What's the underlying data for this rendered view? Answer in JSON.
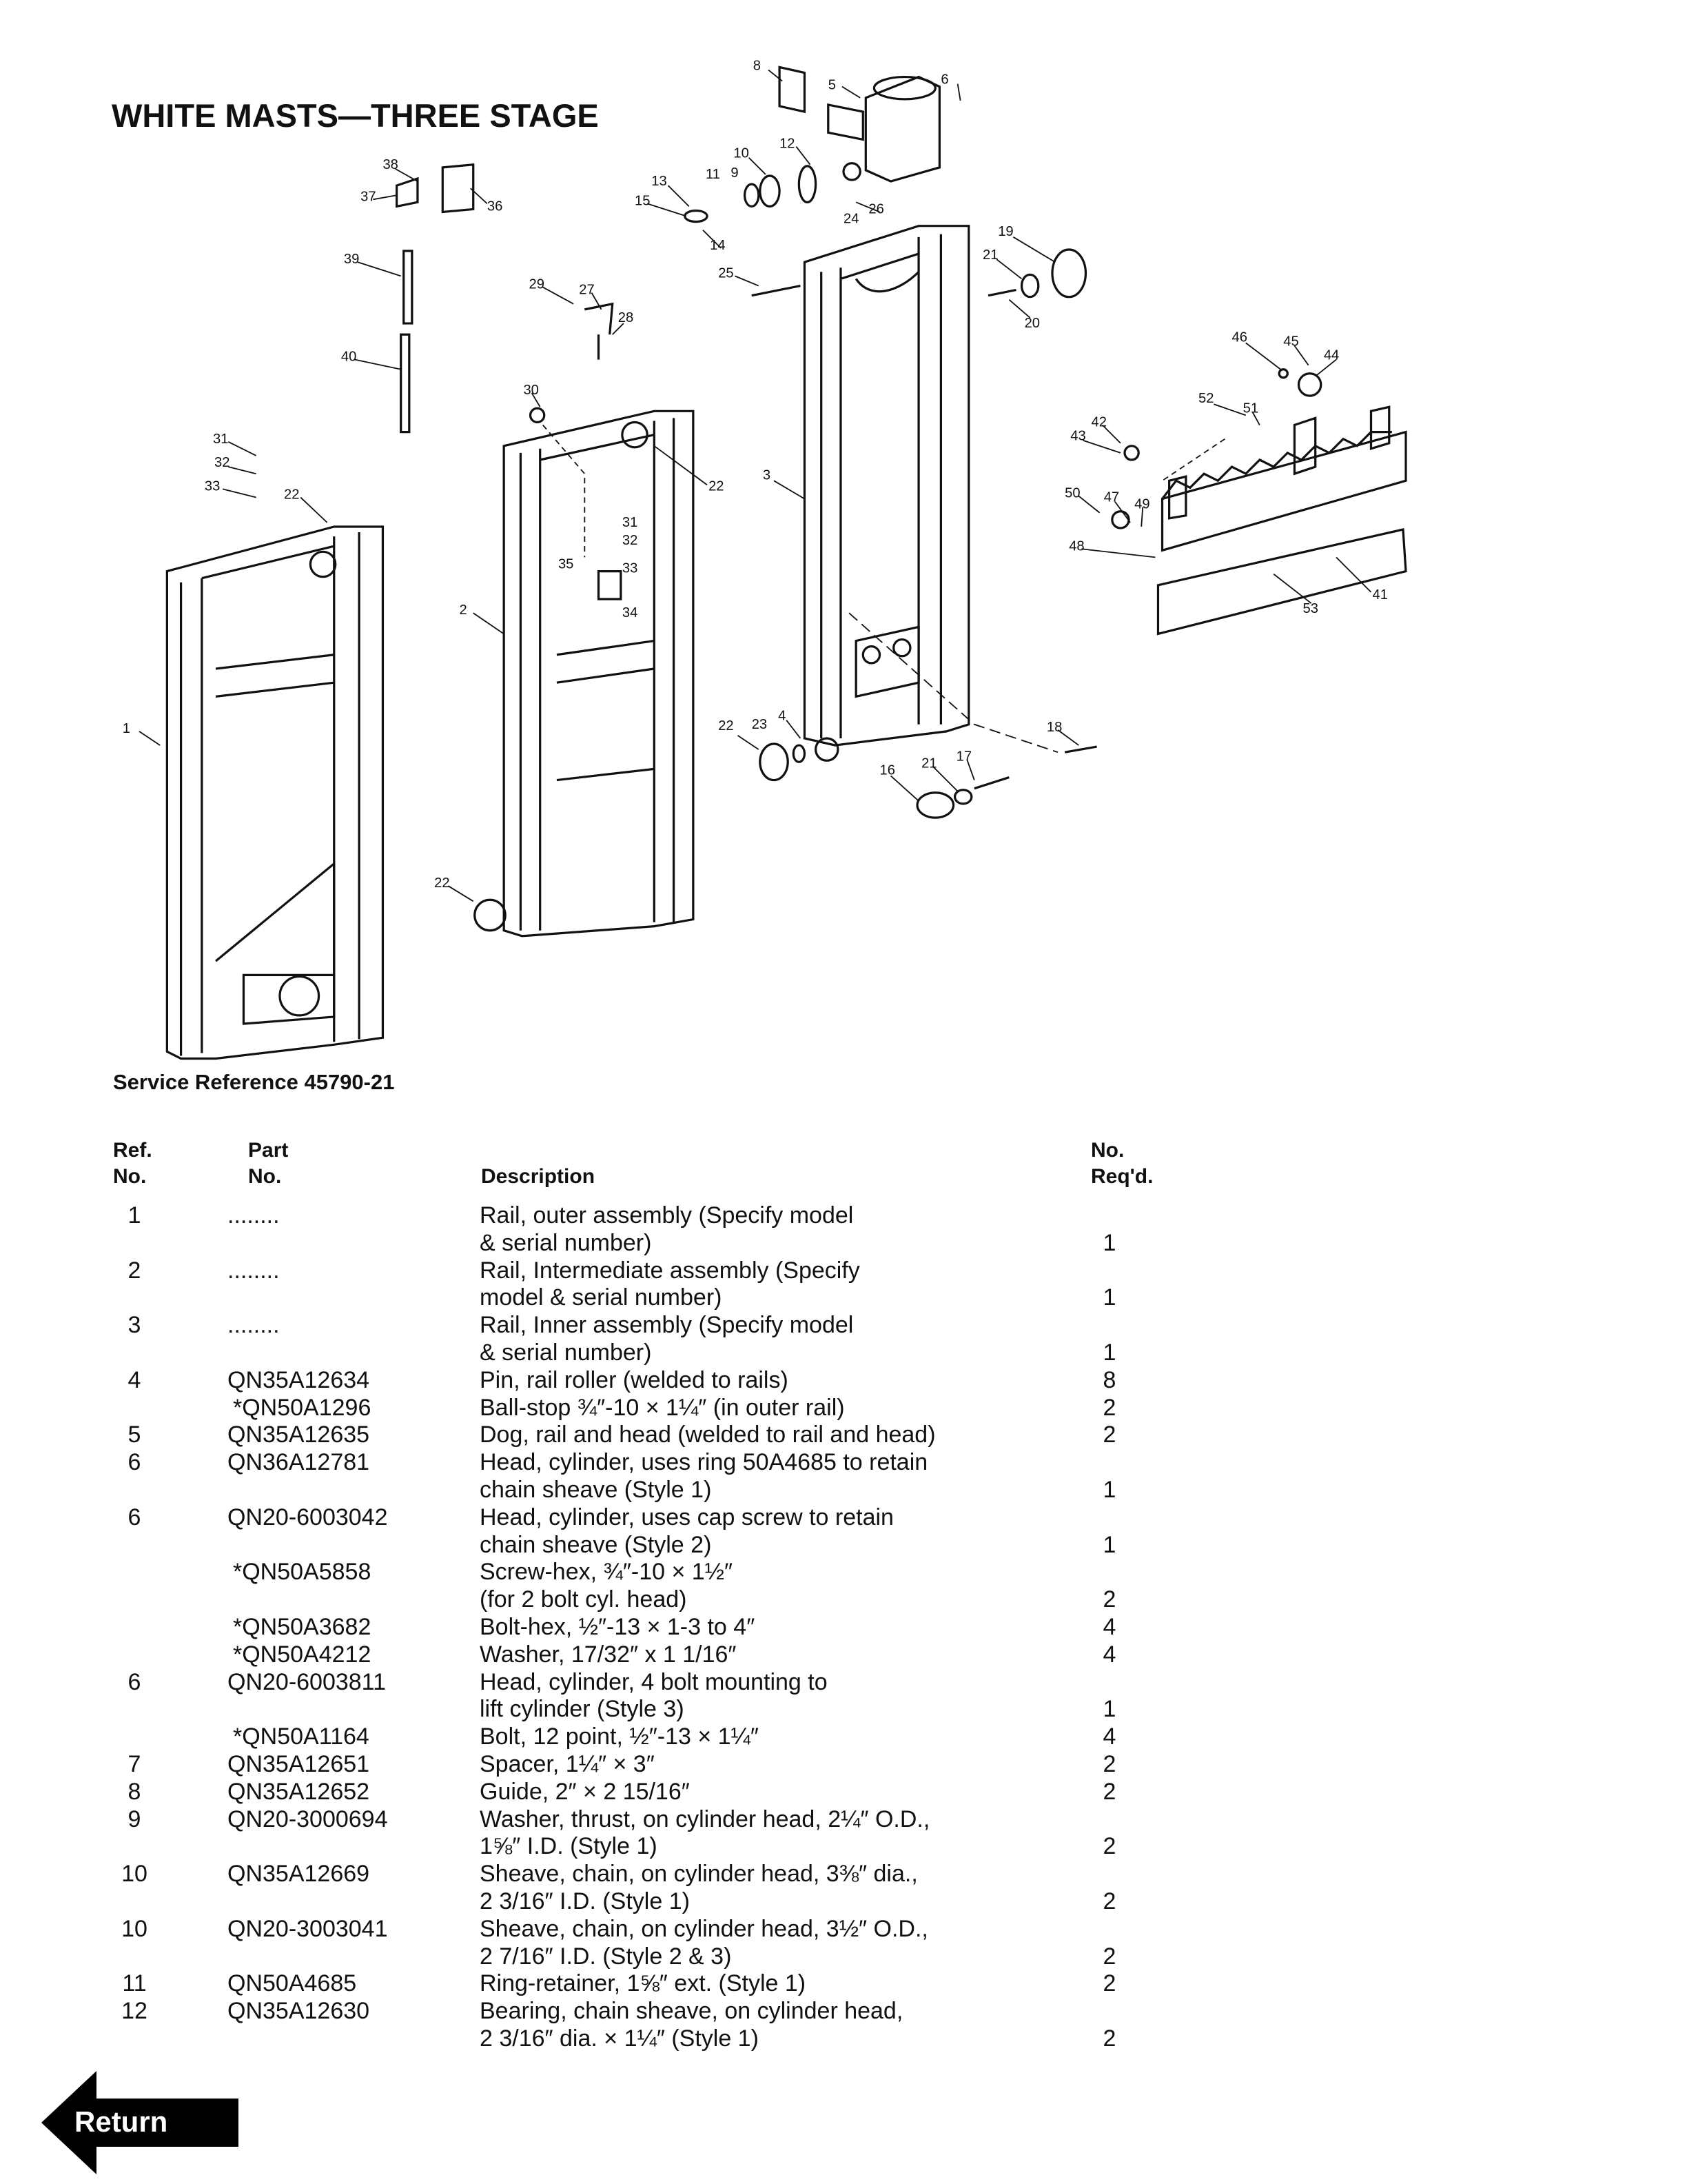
{
  "title": "WHITE MASTS—THREE STAGE",
  "service_reference": "Service Reference 45790-21",
  "diagram": {
    "callouts": [
      "8",
      "5",
      "6",
      "12",
      "10",
      "13",
      "11",
      "9",
      "15",
      "14",
      "26",
      "24",
      "19",
      "21",
      "25",
      "20",
      "38",
      "37",
      "36",
      "39",
      "40",
      "29",
      "27",
      "28",
      "30",
      "31",
      "32",
      "33",
      "22",
      "22",
      "3",
      "2",
      "31",
      "32",
      "33",
      "35",
      "34",
      "1",
      "22",
      "22",
      "23",
      "4",
      "16",
      "21",
      "17",
      "18",
      "46",
      "45",
      "44",
      "52",
      "51",
      "42",
      "43",
      "50",
      "47",
      "49",
      "48",
      "53",
      "41"
    ]
  },
  "table": {
    "headers": {
      "ref": [
        "Ref.",
        "No."
      ],
      "part": [
        "Part",
        "No."
      ],
      "description": "Description",
      "req": [
        "No.",
        "Req'd."
      ]
    },
    "rows": [
      {
        "ref": "1",
        "part": "........",
        "desc": [
          "Rail, outer assembly (Specify model",
          "& serial number)"
        ],
        "req": "1"
      },
      {
        "ref": "2",
        "part": "........",
        "desc": [
          "Rail, Intermediate assembly (Specify",
          "model & serial number)"
        ],
        "req": "1"
      },
      {
        "ref": "3",
        "part": "........",
        "desc": [
          "Rail, Inner assembly (Specify model",
          "& serial number)"
        ],
        "req": "1"
      },
      {
        "ref": "4",
        "part": "QN35A12634",
        "desc": [
          "Pin, rail roller (welded to rails)"
        ],
        "req": "8"
      },
      {
        "ref": "",
        "part": "*QN50A1296",
        "desc": [
          "Ball-stop ¾″-10 × 1¼″ (in outer rail)"
        ],
        "req": "2"
      },
      {
        "ref": "5",
        "part": "QN35A12635",
        "desc": [
          "Dog, rail and head (welded to rail and head)"
        ],
        "req": "2"
      },
      {
        "ref": "6",
        "part": "QN36A12781",
        "desc": [
          "Head, cylinder, uses ring 50A4685 to retain",
          "chain sheave (Style 1)"
        ],
        "req": "1"
      },
      {
        "ref": "6",
        "part": "QN20-6003042",
        "desc": [
          "Head, cylinder, uses cap screw to retain",
          "chain sheave (Style 2)"
        ],
        "req": "1"
      },
      {
        "ref": "",
        "part": "*QN50A5858",
        "desc": [
          "Screw-hex, ¾″-10 × 1½″",
          "(for 2 bolt cyl. head)"
        ],
        "req": "2"
      },
      {
        "ref": "",
        "part": "*QN50A3682",
        "desc": [
          "Bolt-hex, ½″-13 × 1-3 to 4″"
        ],
        "req": "4"
      },
      {
        "ref": "",
        "part": "*QN50A4212",
        "desc": [
          "Washer, 17/32″ x 1 1/16″"
        ],
        "req": "4"
      },
      {
        "ref": "6",
        "part": "QN20-6003811",
        "desc": [
          "Head, cylinder, 4 bolt mounting to",
          "lift cylinder (Style 3)"
        ],
        "req": "1"
      },
      {
        "ref": "",
        "part": "*QN50A1164",
        "desc": [
          "Bolt, 12 point, ½″-13 × 1¼″"
        ],
        "req": "4"
      },
      {
        "ref": "7",
        "part": "QN35A12651",
        "desc": [
          "Spacer, 1¼″ × 3″"
        ],
        "req": "2"
      },
      {
        "ref": "8",
        "part": "QN35A12652",
        "desc": [
          "Guide, 2″ × 2 15/16″"
        ],
        "req": "2"
      },
      {
        "ref": "9",
        "part": "QN20-3000694",
        "desc": [
          "Washer, thrust, on cylinder head, 2¼″ O.D.,",
          "1⅝″ I.D. (Style 1)"
        ],
        "req": "2"
      },
      {
        "ref": "10",
        "part": "QN35A12669",
        "desc": [
          "Sheave, chain, on cylinder head, 3⅜″ dia.,",
          "2 3/16″ I.D. (Style 1)"
        ],
        "req": "2"
      },
      {
        "ref": "10",
        "part": "QN20-3003041",
        "desc": [
          "Sheave, chain, on cylinder head, 3½″ O.D.,",
          "2 7/16″ I.D. (Style 2 & 3)"
        ],
        "req": "2"
      },
      {
        "ref": "11",
        "part": "QN50A4685",
        "desc": [
          "Ring-retainer, 1⅝″ ext. (Style 1)"
        ],
        "req": "2"
      },
      {
        "ref": "12",
        "part": "QN35A12630",
        "desc": [
          "Bearing, chain sheave, on cylinder head,",
          "2 3/16″ dia. × 1¼″ (Style 1)"
        ],
        "req": "2"
      }
    ]
  },
  "return_label": "Return"
}
